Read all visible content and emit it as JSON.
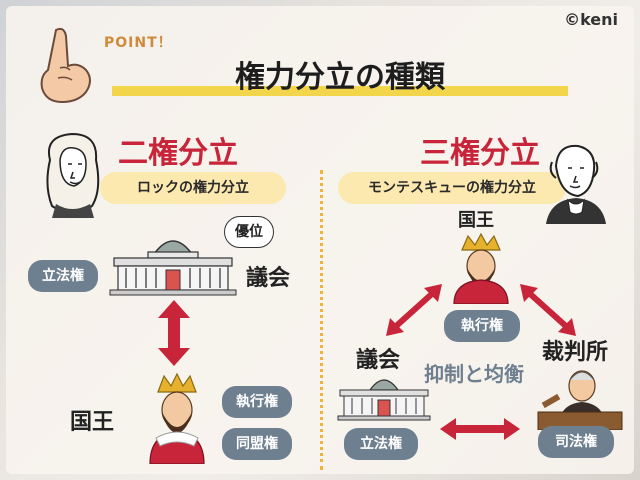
{
  "header": {
    "point_label": "POINT！",
    "title": "権力分立の種類",
    "logo": "keni"
  },
  "left": {
    "title": "二権分立",
    "subtitle": "ロックの権力分立",
    "parliament_label": "議会",
    "superiority_label": "優位",
    "legislative_badge": "立法権",
    "king_label": "国王",
    "executive_badge": "執行権",
    "alliance_badge": "同盟権"
  },
  "right": {
    "title": "三権分立",
    "subtitle": "モンテスキューの権力分立",
    "king_label": "国王",
    "executive_badge": "執行権",
    "parliament_label": "議会",
    "court_label": "裁判所",
    "legislative_badge": "立法権",
    "judicial_badge": "司法権",
    "balance_label": "抑制と均衡"
  },
  "colors": {
    "accent_red": "#c8243a",
    "badge_gray": "#6e7f90",
    "highlight_yellow": "#f2d54a",
    "pill_cream": "#fbe9b0"
  }
}
